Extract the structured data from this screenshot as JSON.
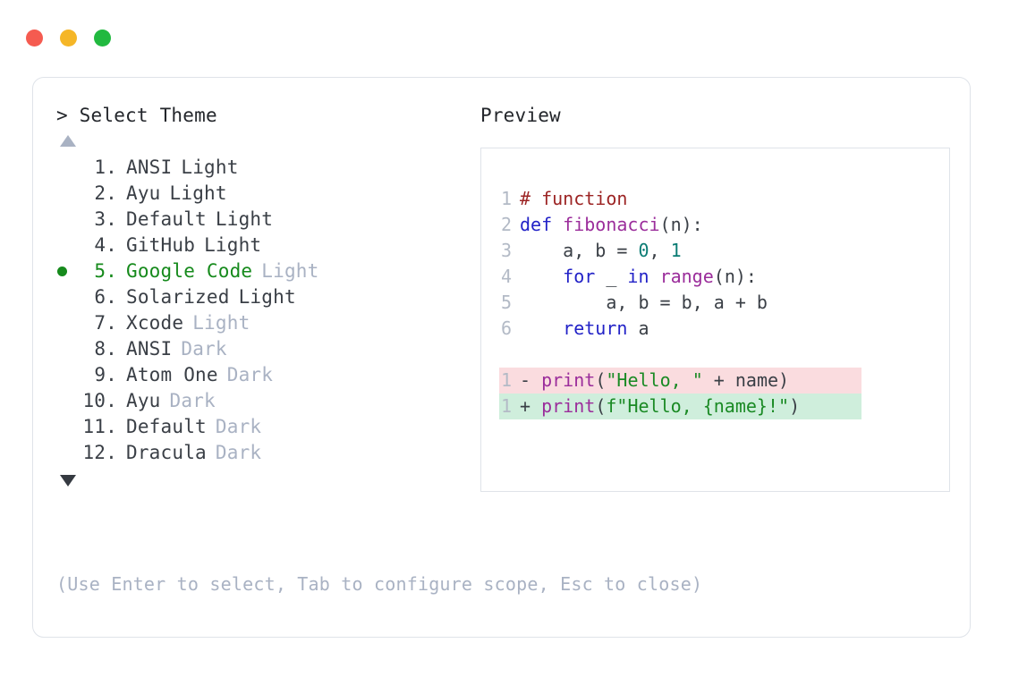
{
  "titlebar": {
    "dots": [
      {
        "name": "close-dot",
        "color": "#f55b50"
      },
      {
        "name": "minimize-dot",
        "color": "#f5b627"
      },
      {
        "name": "maximize-dot",
        "color": "#21b93f"
      }
    ]
  },
  "left": {
    "prompt": "> Select Theme",
    "scroll_up_icon": "triangle-up-icon",
    "scroll_down_icon": "triangle-down-icon",
    "selected_index": 5,
    "selected_bullet_color": "#168a1c",
    "themes": [
      {
        "index": "1.",
        "name": "ANSI",
        "variant": "Light",
        "variant_dim": false,
        "selected": false
      },
      {
        "index": "2.",
        "name": "Ayu",
        "variant": "Light",
        "variant_dim": false,
        "selected": false
      },
      {
        "index": "3.",
        "name": "Default",
        "variant": "Light",
        "variant_dim": false,
        "selected": false
      },
      {
        "index": "4.",
        "name": "GitHub",
        "variant": "Light",
        "variant_dim": false,
        "selected": false
      },
      {
        "index": "5.",
        "name": "Google Code",
        "variant": "Light",
        "variant_dim": true,
        "selected": true
      },
      {
        "index": "6.",
        "name": "Solarized",
        "variant": "Light",
        "variant_dim": false,
        "selected": false
      },
      {
        "index": "7.",
        "name": "Xcode",
        "variant": "Light",
        "variant_dim": true,
        "selected": false
      },
      {
        "index": "8.",
        "name": "ANSI",
        "variant": "Dark",
        "variant_dim": true,
        "selected": false
      },
      {
        "index": "9.",
        "name": "Atom One",
        "variant": "Dark",
        "variant_dim": true,
        "selected": false
      },
      {
        "index": "10.",
        "name": "Ayu",
        "variant": "Dark",
        "variant_dim": true,
        "selected": false
      },
      {
        "index": "11.",
        "name": "Default",
        "variant": "Dark",
        "variant_dim": true,
        "selected": false
      },
      {
        "index": "12.",
        "name": "Dracula",
        "variant": "Dark",
        "variant_dim": true,
        "selected": false
      }
    ],
    "help": "(Use Enter to select, Tab to configure scope, Esc to close)"
  },
  "right": {
    "label": "Preview",
    "code_lines": [
      {
        "ln": "1",
        "tokens": [
          {
            "t": "# function",
            "c": "c-comment"
          }
        ]
      },
      {
        "ln": "2",
        "tokens": [
          {
            "t": "def ",
            "c": "c-keyword"
          },
          {
            "t": "fibonacci",
            "c": "c-func"
          },
          {
            "t": "(n):",
            "c": "c-punct"
          }
        ]
      },
      {
        "ln": "3",
        "tokens": [
          {
            "t": "    a, b = ",
            "c": "c-plain"
          },
          {
            "t": "0",
            "c": "c-num"
          },
          {
            "t": ", ",
            "c": "c-plain"
          },
          {
            "t": "1",
            "c": "c-num"
          }
        ]
      },
      {
        "ln": "4",
        "tokens": [
          {
            "t": "    ",
            "c": "c-plain"
          },
          {
            "t": "for",
            "c": "c-keyword"
          },
          {
            "t": " _ ",
            "c": "c-plain"
          },
          {
            "t": "in",
            "c": "c-keyword"
          },
          {
            "t": " ",
            "c": "c-plain"
          },
          {
            "t": "range",
            "c": "c-func"
          },
          {
            "t": "(n):",
            "c": "c-punct"
          }
        ]
      },
      {
        "ln": "5",
        "tokens": [
          {
            "t": "        a, b = b, a + b",
            "c": "c-plain"
          }
        ]
      },
      {
        "ln": "6",
        "tokens": [
          {
            "t": "    ",
            "c": "c-plain"
          },
          {
            "t": "return",
            "c": "c-keyword"
          },
          {
            "t": " a",
            "c": "c-plain"
          }
        ]
      }
    ],
    "diff_lines": [
      {
        "ln": "1",
        "sign": "- ",
        "kind": "diff-del",
        "bg": "#fadcdf",
        "tokens": [
          {
            "t": "print",
            "c": "c-func"
          },
          {
            "t": "(",
            "c": "c-punct"
          },
          {
            "t": "\"Hello, \"",
            "c": "c-string"
          },
          {
            "t": " + name)",
            "c": "c-plain"
          }
        ]
      },
      {
        "ln": "1",
        "sign": "+ ",
        "kind": "diff-add",
        "bg": "#cfeedc",
        "tokens": [
          {
            "t": "print",
            "c": "c-func"
          },
          {
            "t": "(",
            "c": "c-punct"
          },
          {
            "t": "f\"Hello, {name}!\"",
            "c": "c-string"
          },
          {
            "t": ")",
            "c": "c-punct"
          }
        ]
      }
    ]
  }
}
